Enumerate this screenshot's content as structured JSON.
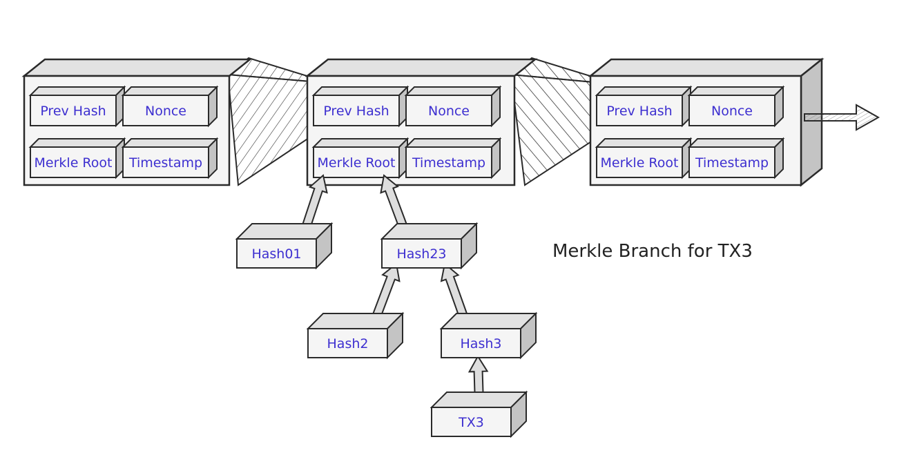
{
  "colors": {
    "ink": "#2a2a2a",
    "box_front": "#f5f5f5",
    "box_top": "#e2e2e2",
    "box_side": "#c4c4c4",
    "label": "#3d2fd0",
    "title": "#222222",
    "arrow_fill": "#dedede"
  },
  "blocks": [
    {
      "prev_hash": "Prev Hash",
      "nonce": "Nonce",
      "merkle_root": "Merkle Root",
      "timestamp": "Timestamp"
    },
    {
      "prev_hash": "Prev Hash",
      "nonce": "Nonce",
      "merkle_root": "Merkle Root",
      "timestamp": "Timestamp"
    },
    {
      "prev_hash": "Prev Hash",
      "nonce": "Nonce",
      "merkle_root": "Merkle Root",
      "timestamp": "Timestamp"
    }
  ],
  "tree": {
    "hash01": "Hash01",
    "hash23": "Hash23",
    "hash2": "Hash2",
    "hash3": "Hash3",
    "tx3": "TX3"
  },
  "caption": "Merkle Branch for TX3"
}
